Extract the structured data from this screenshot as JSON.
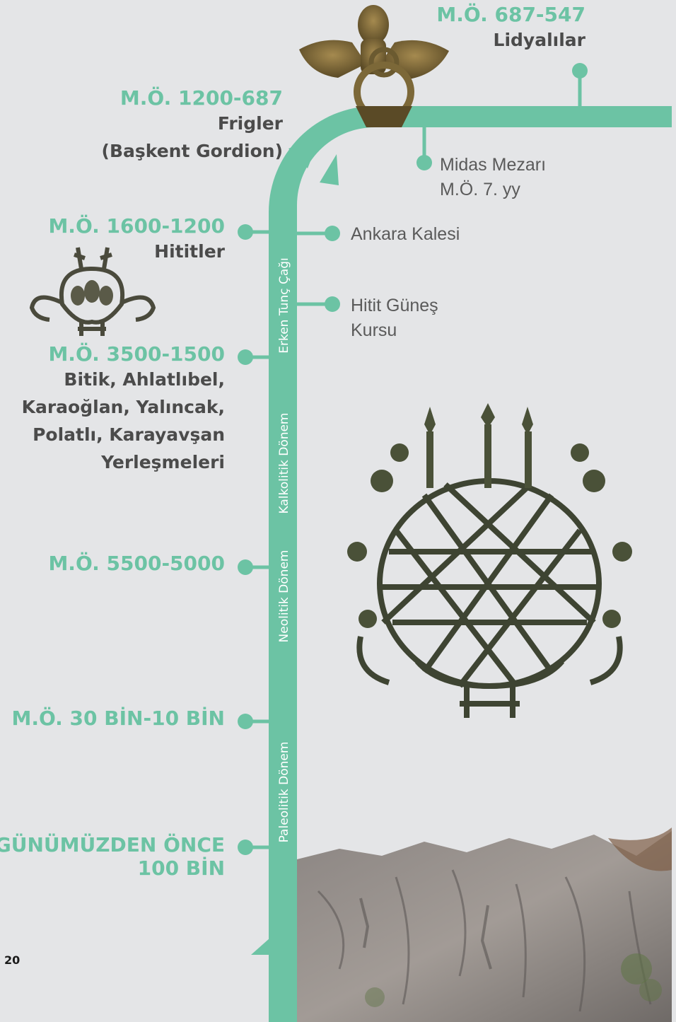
{
  "colors": {
    "accent": "#6cc3a4",
    "background": "#e4e5e7",
    "text_dark": "#4b4b4b"
  },
  "page_number": "20",
  "eras": [
    {
      "label": "Erken Tunç Çağı"
    },
    {
      "label": "Kalkolitik Dönem"
    },
    {
      "label": "Neolitik Dönem"
    },
    {
      "label": "Paleolitik Dönem"
    }
  ],
  "periods": [
    {
      "date": "M.Ö. 687-547",
      "title_lines": [
        "Lidyalılar"
      ]
    },
    {
      "date": "M.Ö. 1200-687",
      "title_lines": [
        "Frigler",
        "(Başkent Gordion)"
      ]
    },
    {
      "date": "M.Ö. 1600-1200",
      "title_lines": [
        "Hititler"
      ]
    },
    {
      "date": "M.Ö. 3500-1500",
      "title_lines": [
        "Bitik, Ahlatlıbel,",
        "Karaoğlan, Yalıncak,",
        "Polatlı, Karayavşan",
        "Yerleşmeleri"
      ]
    },
    {
      "date": "M.Ö. 5500-5000",
      "title_lines": []
    },
    {
      "date": "M.Ö. 30 BİN-10 BİN",
      "title_lines": []
    },
    {
      "date_lines": [
        "GÜNÜMÜZDEN ÖNCE",
        "100 BİN"
      ],
      "title_lines": []
    }
  ],
  "landmarks": [
    {
      "lines": [
        "Midas Mezarı",
        "M.Ö. 7. yy"
      ]
    },
    {
      "lines": [
        "Ankara Kalesi"
      ]
    },
    {
      "lines": [
        "Hitit Güneş",
        "Kursu"
      ]
    }
  ],
  "artifacts": [
    {
      "name": "phrygian-winged-bronze-figure"
    },
    {
      "name": "hittite-stag-standard"
    },
    {
      "name": "hittite-sun-disc"
    },
    {
      "name": "rock-relief"
    }
  ]
}
